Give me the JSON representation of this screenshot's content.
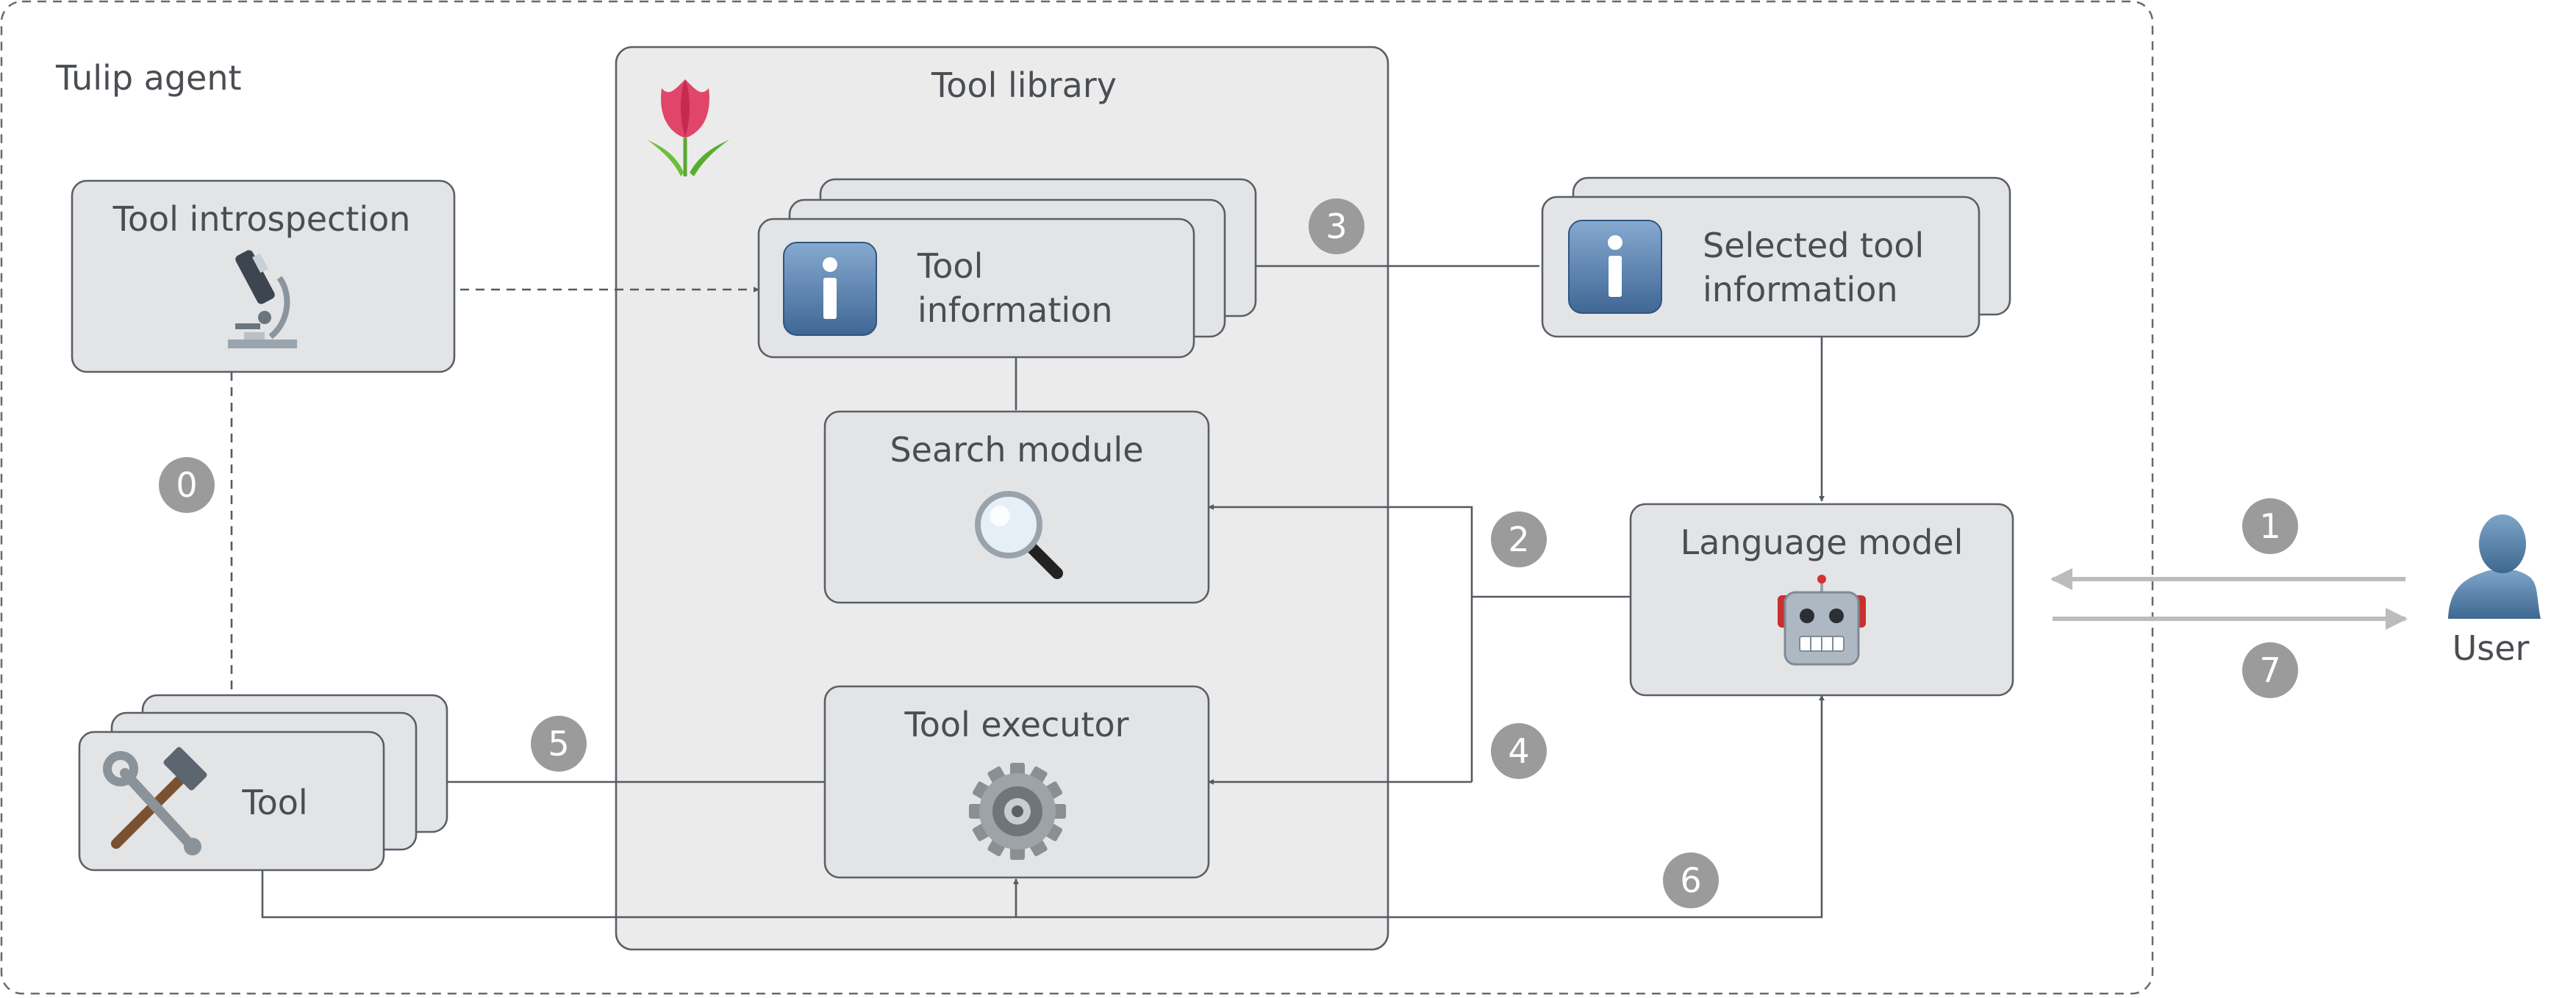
{
  "container_label": "Tulip agent",
  "tool_library": {
    "title": "Tool library",
    "logo_icon": "tulip-icon"
  },
  "tool_introspection": {
    "label": "Tool introspection",
    "icon": "microscope-icon"
  },
  "tool_information": {
    "line1": "Tool",
    "line2": "information",
    "icon": "info-icon"
  },
  "search_module": {
    "label": "Search module",
    "icon": "magnifying-glass-icon"
  },
  "tool_executor": {
    "label": "Tool executor",
    "icon": "gear-icon"
  },
  "tool": {
    "label": "Tool",
    "icon": "hammer-and-wrench-icon"
  },
  "selected_tool_information": {
    "line1": "Selected tool",
    "line2": "information",
    "icon": "info-icon"
  },
  "language_model": {
    "label": "Language model",
    "icon": "robot-icon"
  },
  "user": {
    "label": "User",
    "icon": "user-silhouette-icon"
  },
  "steps": [
    "0",
    "1",
    "2",
    "3",
    "4",
    "5",
    "6",
    "7"
  ],
  "colors": {
    "box_fill": "#e3e4e6",
    "box_stroke": "#5b5f66",
    "connector": "#555a61",
    "badge": "#9b9b9b",
    "user_arrows": "#bcbcbc",
    "info_icon": "#4f77a3",
    "user_icon": "#5c86ae",
    "tulip": "#e0456a"
  }
}
